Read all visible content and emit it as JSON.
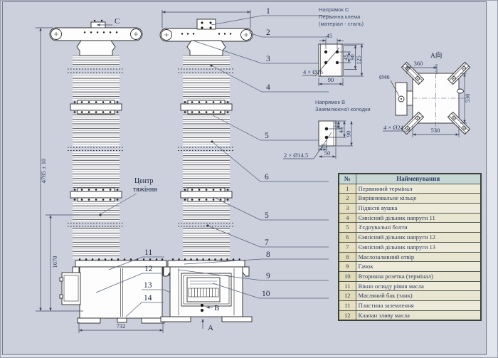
{
  "annotations": {
    "direction_c_line1": "Напрямок C",
    "direction_c_line2": "Первинна клема",
    "direction_c_line3": "(матеріал - сталь)",
    "direction_b_line1": "Напрямок B",
    "direction_b_line2": "Заземлюючої колодки",
    "center_of_gravity_line1": "Центр",
    "center_of_gravity_line2": "тяжіння",
    "view_a": "A向"
  },
  "view_letters": {
    "c": "C",
    "b": "B",
    "a": "A"
  },
  "dims": {
    "overall_height": "4785 ± 10",
    "cg_height": "1670",
    "base_width": "732",
    "clamp_top_45": "45",
    "clamp_bottom_90": "90",
    "clamp_right_45": "45",
    "clamp_right_90": "90",
    "clamp_right_125": "125",
    "clamp_holes": "4 × Ø16",
    "flange_top_360": "360",
    "flange_right_530": "530",
    "flange_bottom_530": "530",
    "flange_holes": "4 × Ø24",
    "flange_center_hole": "Ø46",
    "ground_right_23": "23",
    "ground_right_44": "44",
    "ground_right_90": "90",
    "ground_bottom_25": "25",
    "ground_bottom_50": "50",
    "ground_holes": "2 × Ø14.5"
  },
  "callouts": {
    "right": [
      "1",
      "2",
      "3",
      "4",
      "5",
      "6",
      "5",
      "7",
      "8",
      "9",
      "10"
    ],
    "left": [
      "11",
      "12",
      "13",
      "14"
    ]
  },
  "table": {
    "headers": [
      "№",
      "Найменування"
    ],
    "rows": [
      [
        "1",
        "Первинний термінал"
      ],
      [
        "2",
        "Вирівнювальне кільце"
      ],
      [
        "3",
        "Підвісні вушка"
      ],
      [
        "4",
        "Ємнісний дільник напруги 11"
      ],
      [
        "5",
        "З'єднувальні болти"
      ],
      [
        "6",
        "Ємнісний дільник напруги 12"
      ],
      [
        "7",
        "Ємнісний дільник напруги 13"
      ],
      [
        "8",
        "Маслозаливний отвір"
      ],
      [
        "9",
        "Гачок"
      ],
      [
        "10",
        "Вторинна розетка (термінал)"
      ],
      [
        "11",
        "Вікно огляду рівня масла"
      ],
      [
        "12",
        "Масляний бак (танк)"
      ],
      [
        "11",
        "Пластина заземлення"
      ],
      [
        "12",
        "Клапан зливу масла"
      ]
    ]
  }
}
